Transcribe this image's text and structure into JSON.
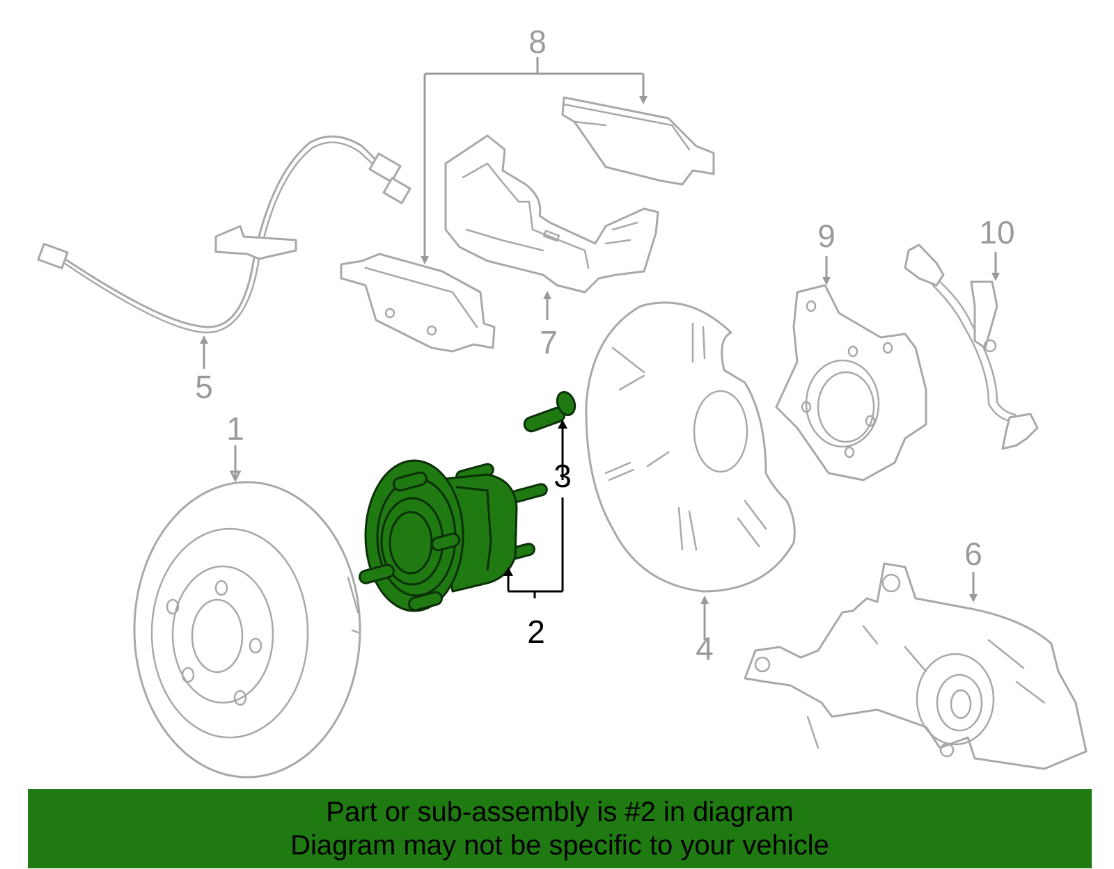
{
  "callouts": [
    {
      "id": "1",
      "text": "1",
      "highlighted": false
    },
    {
      "id": "2",
      "text": "2",
      "highlighted": true
    },
    {
      "id": "3",
      "text": "3",
      "highlighted": true
    },
    {
      "id": "4",
      "text": "4",
      "highlighted": false
    },
    {
      "id": "5",
      "text": "5",
      "highlighted": false
    },
    {
      "id": "6",
      "text": "6",
      "highlighted": false
    },
    {
      "id": "7",
      "text": "7",
      "highlighted": false
    },
    {
      "id": "8",
      "text": "8",
      "highlighted": false
    },
    {
      "id": "9",
      "text": "9",
      "highlighted": false
    },
    {
      "id": "10",
      "text": "10",
      "highlighted": false
    }
  ],
  "banner": {
    "line1": "Part or sub-assembly is #2 in diagram",
    "line2": "Diagram may not be specific to your vehicle"
  },
  "colors": {
    "highlight_part": "#1f7a12",
    "banner_background": "#1e7a11",
    "unselected_parts": "#a8a8a8",
    "selected_labels": "#000000"
  }
}
